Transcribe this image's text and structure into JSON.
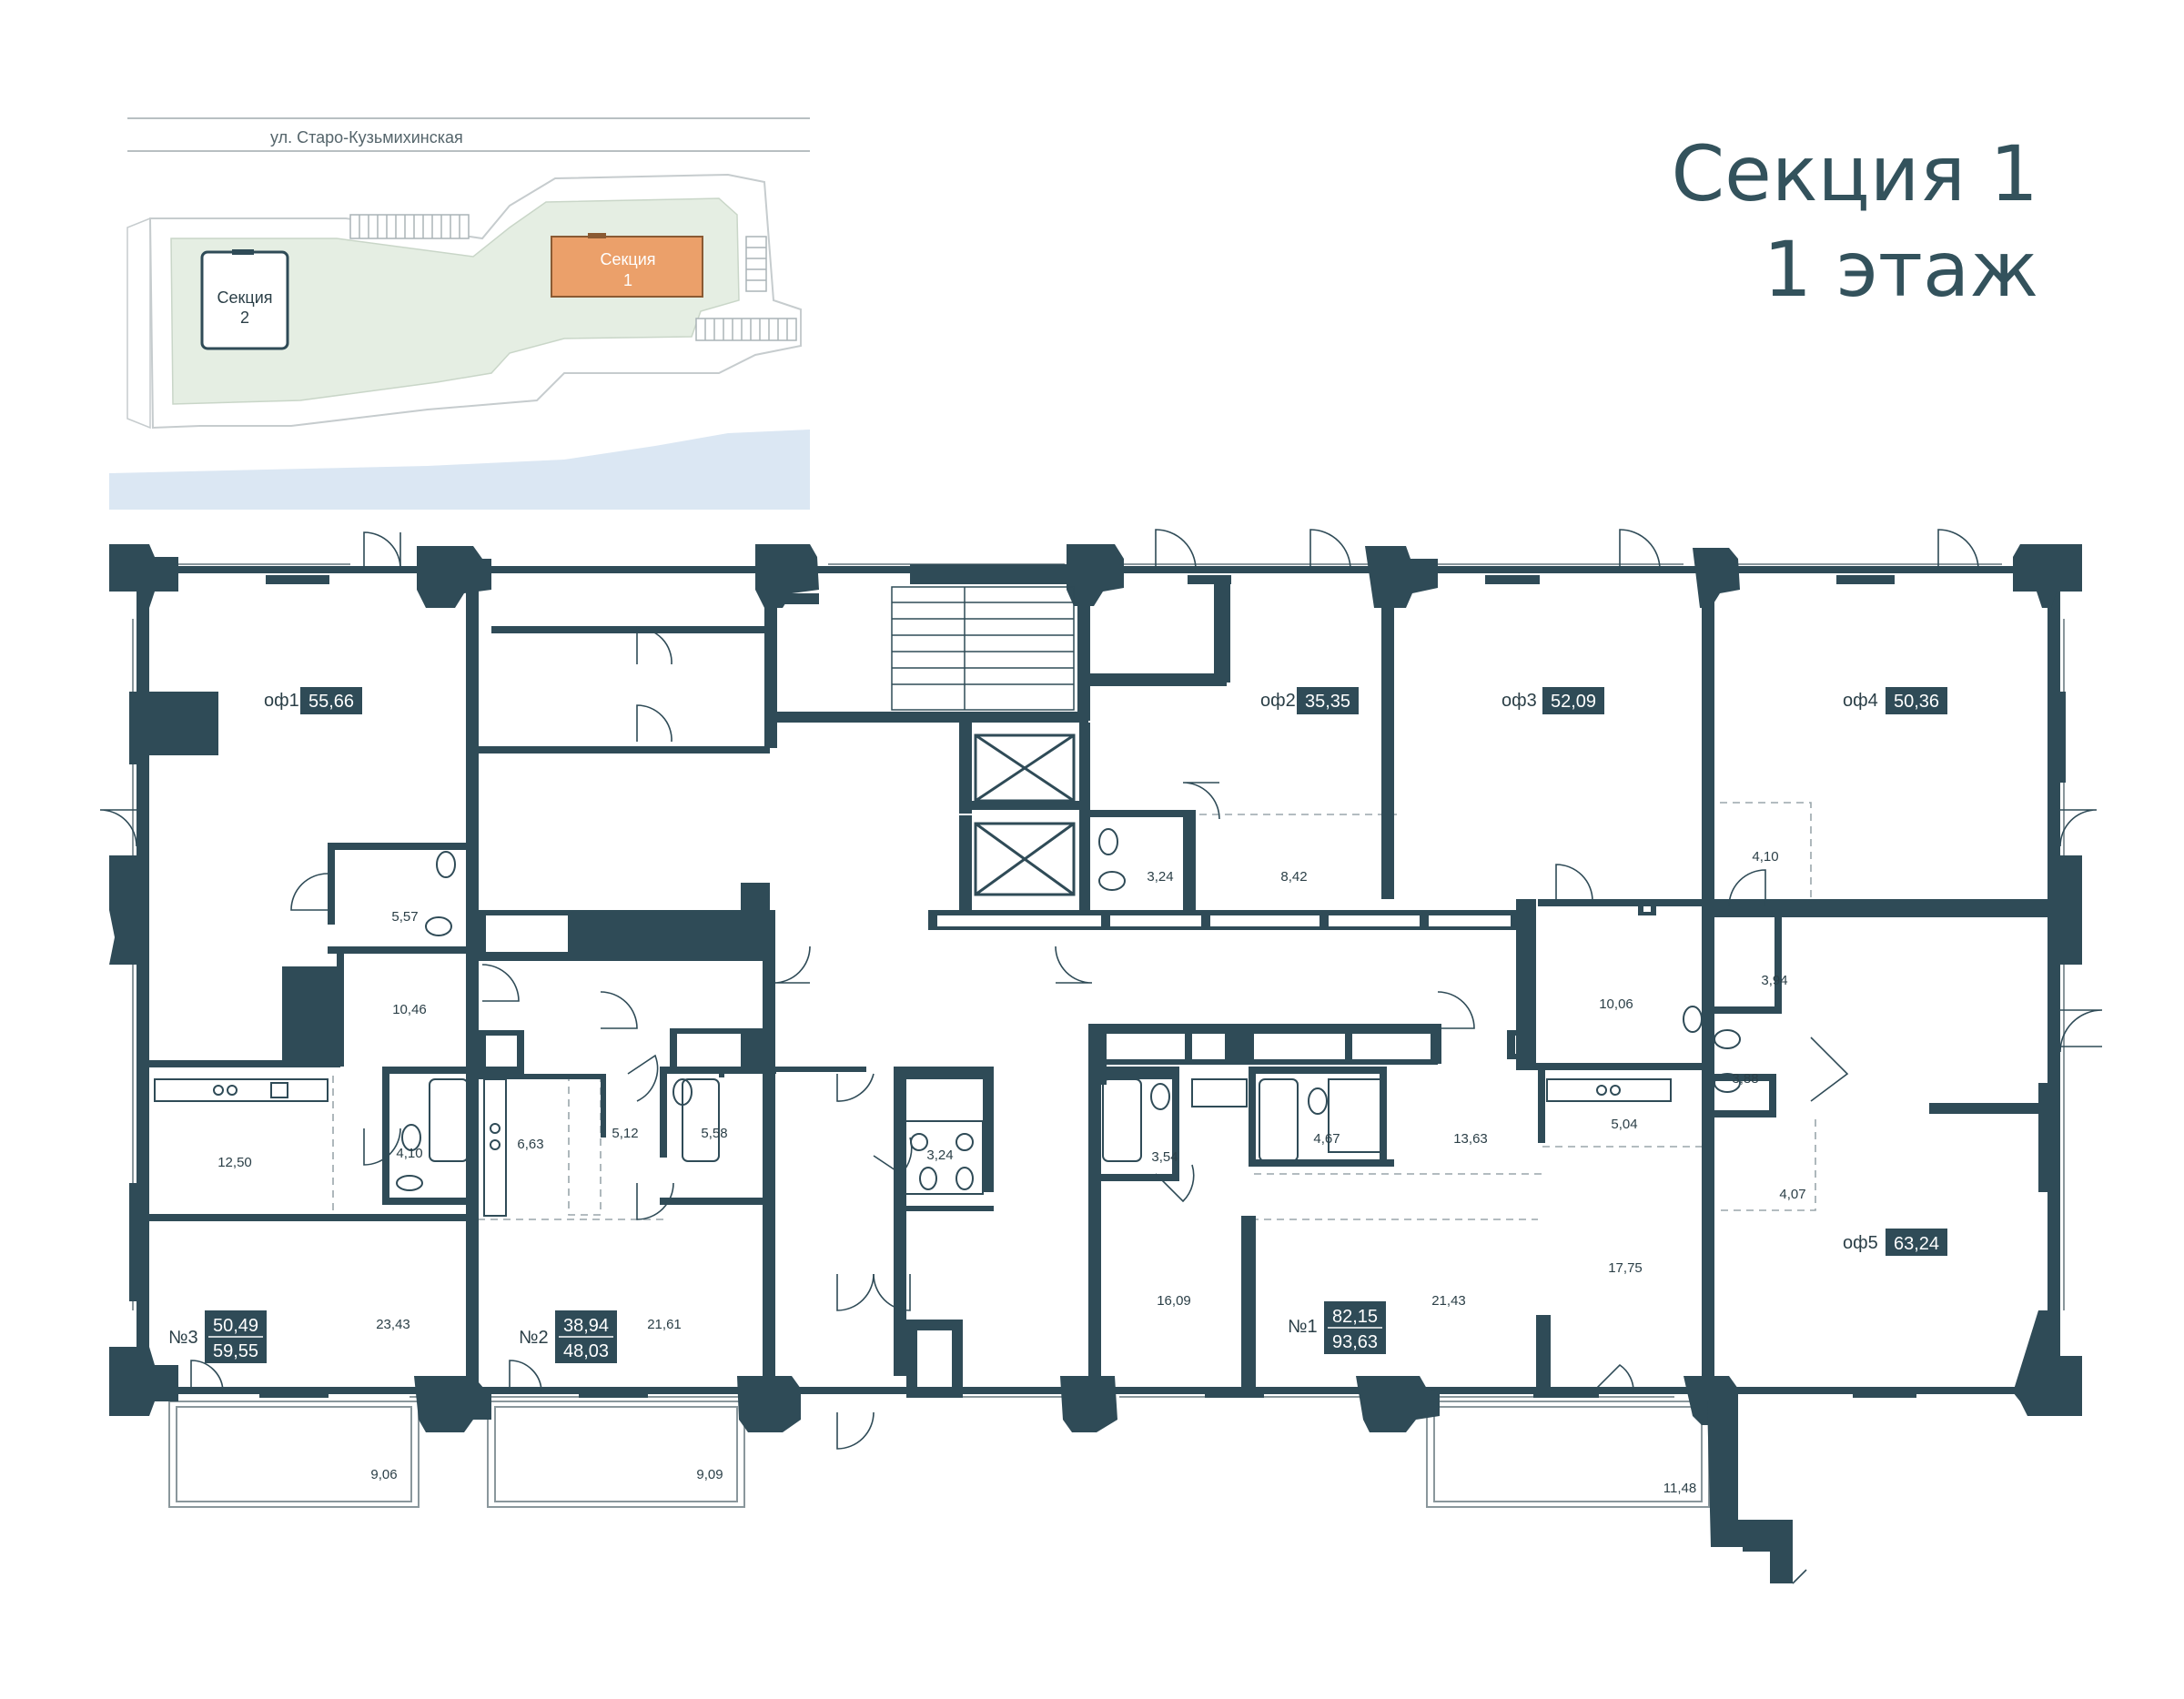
{
  "title": {
    "line1": "Секция 1",
    "line2": "1 этаж"
  },
  "site_plan": {
    "street": "ул. Старо-Кузьмихинская",
    "sections": [
      {
        "line1": "Секция",
        "line2": "1",
        "current": true
      },
      {
        "line1": "Секция",
        "line2": "2",
        "current": false
      }
    ]
  },
  "colors": {
    "wall": "#2f4b57",
    "highlight": "#eba06a",
    "green": "#e5eee3",
    "water": "#dbe7f3",
    "badge": "#2f4b57"
  },
  "units": [
    {
      "id": "of1",
      "prefix": "оф1",
      "areas": [
        "55,66"
      ]
    },
    {
      "id": "of2",
      "prefix": "оф2",
      "areas": [
        "35,35"
      ]
    },
    {
      "id": "of3",
      "prefix": "оф3",
      "areas": [
        "52,09"
      ]
    },
    {
      "id": "of4",
      "prefix": "оф4",
      "areas": [
        "50,36"
      ]
    },
    {
      "id": "of5",
      "prefix": "оф5",
      "areas": [
        "63,24"
      ]
    },
    {
      "id": "apt3",
      "prefix": "№3",
      "areas": [
        "50,49",
        "59,55"
      ]
    },
    {
      "id": "apt2",
      "prefix": "№2",
      "areas": [
        "38,94",
        "48,03"
      ]
    },
    {
      "id": "apt1",
      "prefix": "№1",
      "areas": [
        "82,15",
        "93,63"
      ]
    }
  ],
  "rooms": [
    "5,57",
    "10,46",
    "12,50",
    "4,10",
    "6,63",
    "5,12",
    "5,58",
    "23,43",
    "21,61",
    "9,06",
    "9,09",
    "3,24",
    "8,42",
    "3,24",
    "3,54",
    "4,67",
    "13,63",
    "16,09",
    "21,43",
    "10,06",
    "5,04",
    "17,75",
    "11,48",
    "4,10",
    "3,94",
    "3,88",
    "4,07"
  ]
}
